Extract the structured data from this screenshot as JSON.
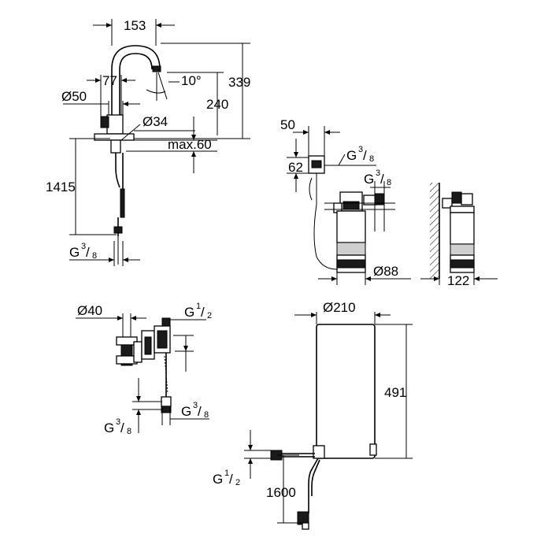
{
  "faucet_view": {
    "width_153": "153",
    "height_339": "339",
    "offset_77": "77",
    "angle": "10°",
    "diameter_50": "Ø50",
    "height_240": "240",
    "diameter_34": "Ø34",
    "max_deck": "max.60",
    "hose_1415": "1415",
    "thread_G": "G",
    "thread_num": "3",
    "thread_den": "8"
  },
  "filter_view": {
    "width_50": "50",
    "height_62": "62",
    "thread1_G": "G",
    "thread1_num": "3",
    "thread1_den": "8",
    "thread2_G": "G",
    "thread2_num": "3",
    "thread2_den": "8",
    "diameter_88": "Ø88",
    "depth_122": "122"
  },
  "valve_view": {
    "diameter_40": "Ø40",
    "thread_top_G": "G",
    "thread_top_num": "1",
    "thread_top_den": "2",
    "thread_right_G": "G",
    "thread_right_num": "3",
    "thread_right_den": "8",
    "thread_left_G": "G",
    "thread_left_num": "3",
    "thread_left_den": "8"
  },
  "tank_view": {
    "diameter_210": "Ø210",
    "height_491": "491",
    "thread_G": "G",
    "thread_num": "1",
    "thread_den": "2",
    "cable_1600": "1600"
  }
}
